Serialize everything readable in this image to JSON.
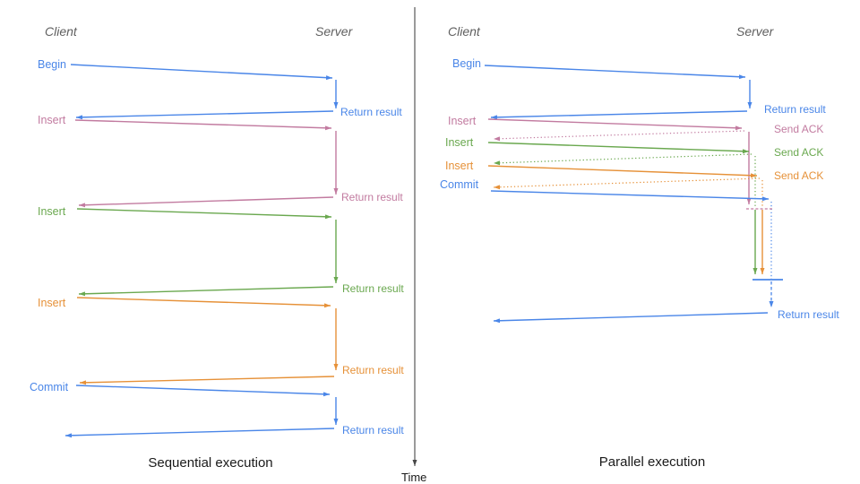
{
  "diagram": {
    "time_axis_label": "Time",
    "colors": {
      "blue": "#4a86e8",
      "pink": "#c27ba0",
      "green": "#6aa84f",
      "orange": "#e69138",
      "axis": "#474747",
      "header_gray": "#5f5f5f",
      "caption_black": "#1a1a1a"
    },
    "sequential": {
      "caption": "Sequential execution",
      "client_header": "Client",
      "server_header": "Server",
      "ops": [
        {
          "label": "Begin",
          "response": "Return result"
        },
        {
          "label": "Insert",
          "response": "Return result"
        },
        {
          "label": "Insert",
          "response": "Return result"
        },
        {
          "label": "Insert",
          "response": "Return result"
        },
        {
          "label": "Commit",
          "response": "Return result"
        }
      ]
    },
    "parallel": {
      "caption": "Parallel execution",
      "client_header": "Client",
      "server_header": "Server",
      "ops": [
        {
          "label": "Begin",
          "response": "Return result"
        },
        {
          "label": "Insert",
          "response": "Send ACK"
        },
        {
          "label": "Insert",
          "response": "Send ACK"
        },
        {
          "label": "Insert",
          "response": "Send ACK"
        },
        {
          "label": "Commit",
          "response": "Return result"
        }
      ]
    }
  }
}
